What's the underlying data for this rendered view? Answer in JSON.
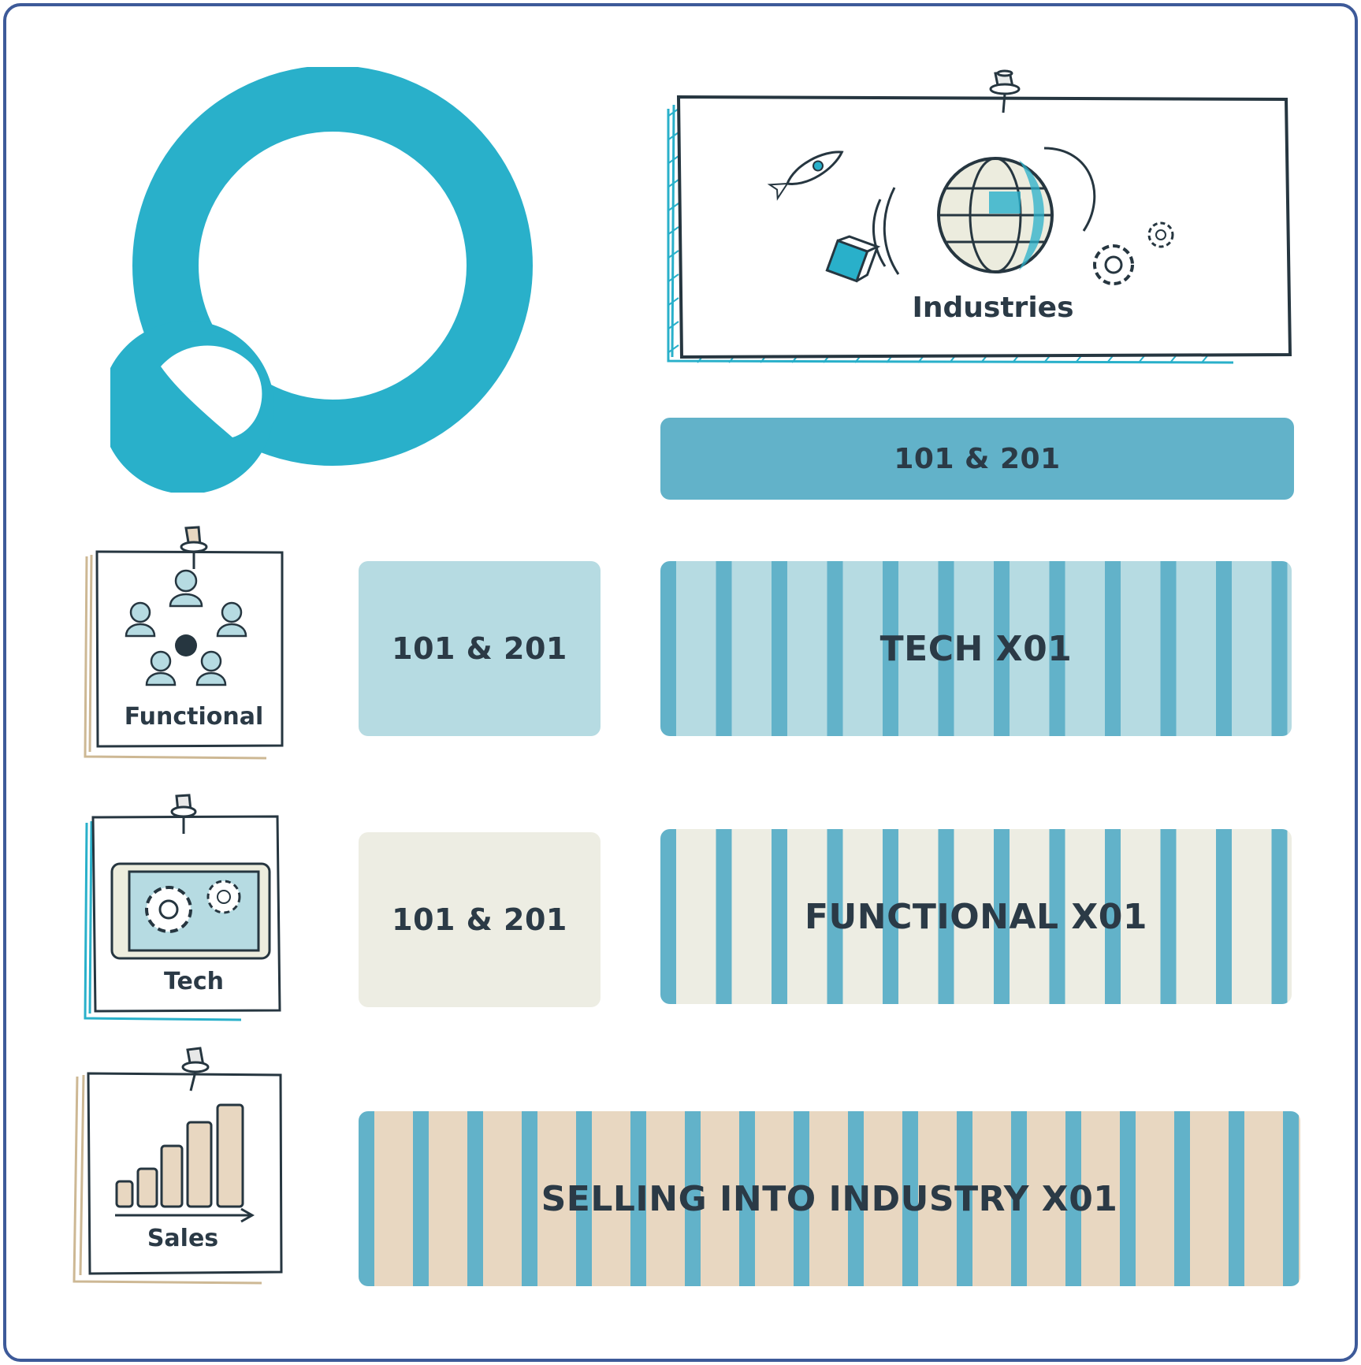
{
  "colors": {
    "frame_border": "#3d5a99",
    "brand_teal": "#29b0ca",
    "stripe": "#62b2c9",
    "light_blue": "#b6dbe2",
    "cream": "#edede3",
    "sand": "#e8d7c1",
    "text_dark": "#2b3a46"
  },
  "logo": {
    "icon": "q-ring-logo"
  },
  "notes": {
    "industries": {
      "label": "Industries",
      "icon": "globe-rocket-gears-icon"
    },
    "functional": {
      "label": "Functional",
      "icon": "team-gear-icon"
    },
    "tech": {
      "label": "Tech",
      "icon": "tablet-gears-icon"
    },
    "sales": {
      "label": "Sales",
      "icon": "bar-chart-growth-icon"
    }
  },
  "bars": {
    "industries_level": "101 & 201",
    "functional_level": "101 & 201",
    "tech_level": "101 & 201",
    "tech_x01": "TECH X01",
    "functional_x01": "FUNCTIONAL X01",
    "selling_x01": "SELLING INTO INDUSTRY X01"
  }
}
